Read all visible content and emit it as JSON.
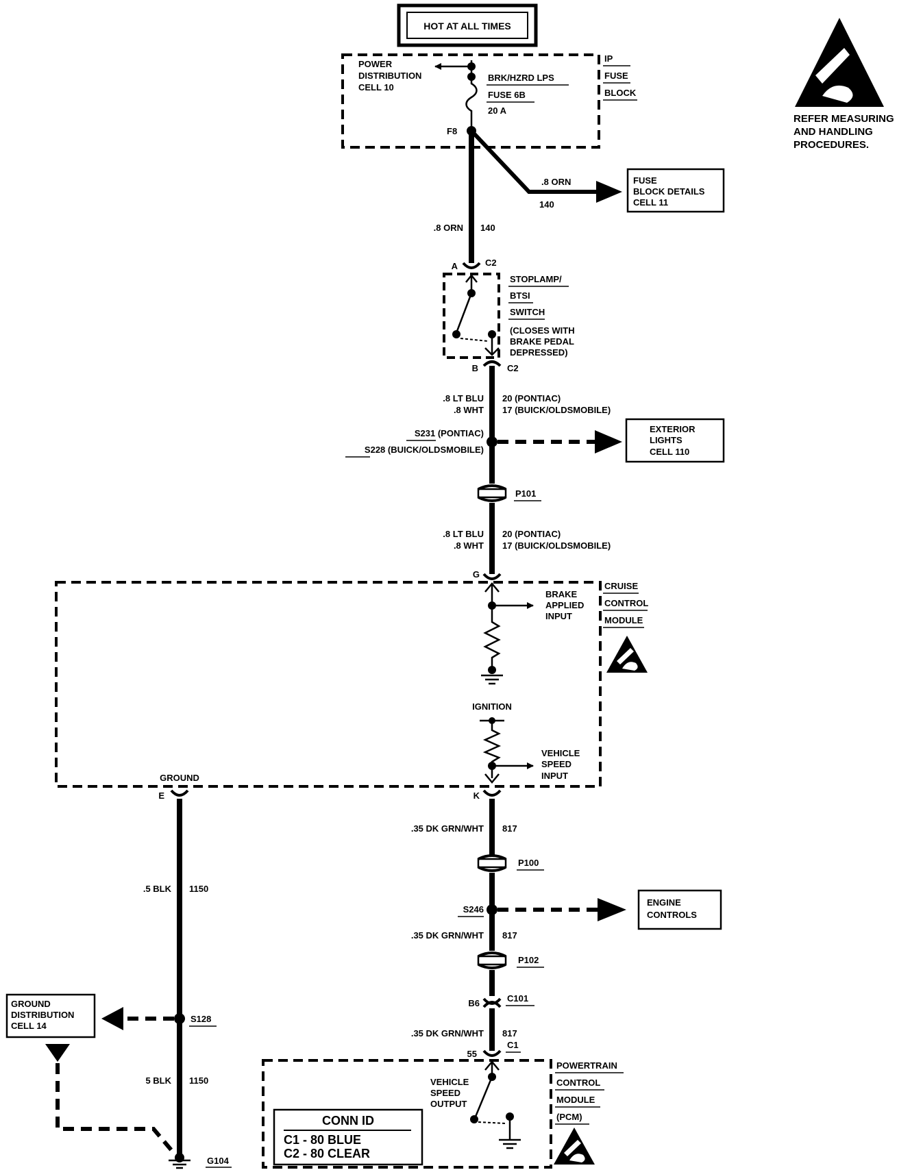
{
  "header": {
    "power_label": "HOT AT ALL TIMES"
  },
  "esd_note": [
    "REFER MEASURING",
    "AND HANDLING",
    "PROCEDURES."
  ],
  "fuse_block": {
    "name": [
      "IP",
      "FUSE",
      "BLOCK"
    ],
    "power_ref": [
      "POWER",
      "DISTRIBUTION",
      "CELL 10"
    ],
    "fuse_name": "BRK/HZRD LPS",
    "fuse_id": "FUSE 6B",
    "fuse_rating": "20 A",
    "terminal": "F8"
  },
  "branch_fuse_details": {
    "wire_size_color": ".8 ORN",
    "circuit": "140",
    "ref": [
      "FUSE",
      "BLOCK DETAILS",
      "CELL 11"
    ]
  },
  "wire_140": {
    "size_color": ".8 ORN",
    "circuit": "140"
  },
  "stoplamp_switch": {
    "pin_a": "A",
    "conn_top": "C2",
    "name": [
      "STOPLAMP/",
      "BTSI",
      "SWITCH"
    ],
    "note": [
      "(CLOSES WITH",
      "BRAKE PEDAL",
      "DEPRESSED)"
    ],
    "pin_b": "B",
    "conn_bottom": "C2"
  },
  "wire_20_a": {
    "size_color_1": ".8 LT BLU",
    "size_color_2": ".8 WHT",
    "circuit_1": "20 (PONTIAC)",
    "circuit_2": "17 (BUICK/OLDSMOBILE)"
  },
  "splice_s231": {
    "line1": "S231 (PONTIAC)",
    "line2": "S228 (BUICK/OLDSMOBILE)"
  },
  "exterior_lights": [
    "EXTERIOR",
    "LIGHTS",
    "CELL 110"
  ],
  "p101": "P101",
  "wire_20_b": {
    "size_color_1": ".8 LT BLU",
    "size_color_2": ".8 WHT",
    "circuit_1": "20 (PONTIAC)",
    "circuit_2": "17 (BUICK/OLDSMOBILE)"
  },
  "cruise_module": {
    "pin_g": "G",
    "name": [
      "CRUISE",
      "CONTROL",
      "MODULE"
    ],
    "brake_input": [
      "BRAKE",
      "APPLIED",
      "INPUT"
    ],
    "ignition": "IGNITION",
    "speed_input": [
      "VEHICLE",
      "SPEED",
      "INPUT"
    ],
    "ground": "GROUND",
    "pin_e": "E",
    "pin_k": "K"
  },
  "wire_817_a": {
    "size_color": ".35 DK GRN/WHT",
    "circuit": "817"
  },
  "p100": "P100",
  "splice_s246": "S246",
  "engine_controls": [
    "ENGINE",
    "CONTROLS"
  ],
  "wire_817_b": {
    "size_color": ".35 DK GRN/WHT",
    "circuit": "817"
  },
  "p102": "P102",
  "c101": {
    "pin": "B6",
    "conn": "C101"
  },
  "wire_817_c": {
    "size_color": ".35 DK GRN/WHT",
    "circuit": "817"
  },
  "pcm": {
    "pin": "55",
    "conn": "C1",
    "name": [
      "POWERTRAIN",
      "CONTROL",
      "MODULE",
      "(PCM)"
    ],
    "output": [
      "VEHICLE",
      "SPEED",
      "OUTPUT"
    ]
  },
  "conn_id": {
    "title": "CONN ID",
    "line1": "C1 - 80 BLUE",
    "line2": "C2 - 80 CLEAR"
  },
  "wire_1150_a": {
    "size_color": ".5 BLK",
    "circuit": "1150"
  },
  "wire_1150_b": {
    "size_color": "5 BLK",
    "circuit": "1150"
  },
  "splice_s128": "S128",
  "ground_dist": [
    "GROUND",
    "DISTRIBUTION",
    "CELL 14"
  ],
  "ground_g104": "G104"
}
